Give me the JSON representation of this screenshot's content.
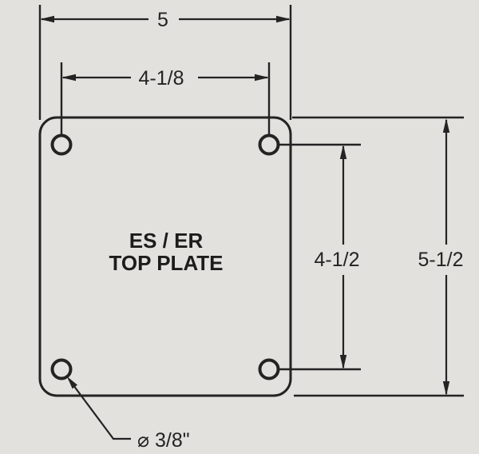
{
  "drawing": {
    "title_line1": "ES / ER",
    "title_line2": "TOP PLATE",
    "dimensions": {
      "plate_width": "5",
      "hole_spacing_horizontal": "4-1/8",
      "hole_spacing_vertical": "4-1/2",
      "plate_height": "5-1/2",
      "hole_diameter": "⌀ 3/8\""
    },
    "colors": {
      "background": "#e2e1dd",
      "line": "#232323"
    }
  }
}
